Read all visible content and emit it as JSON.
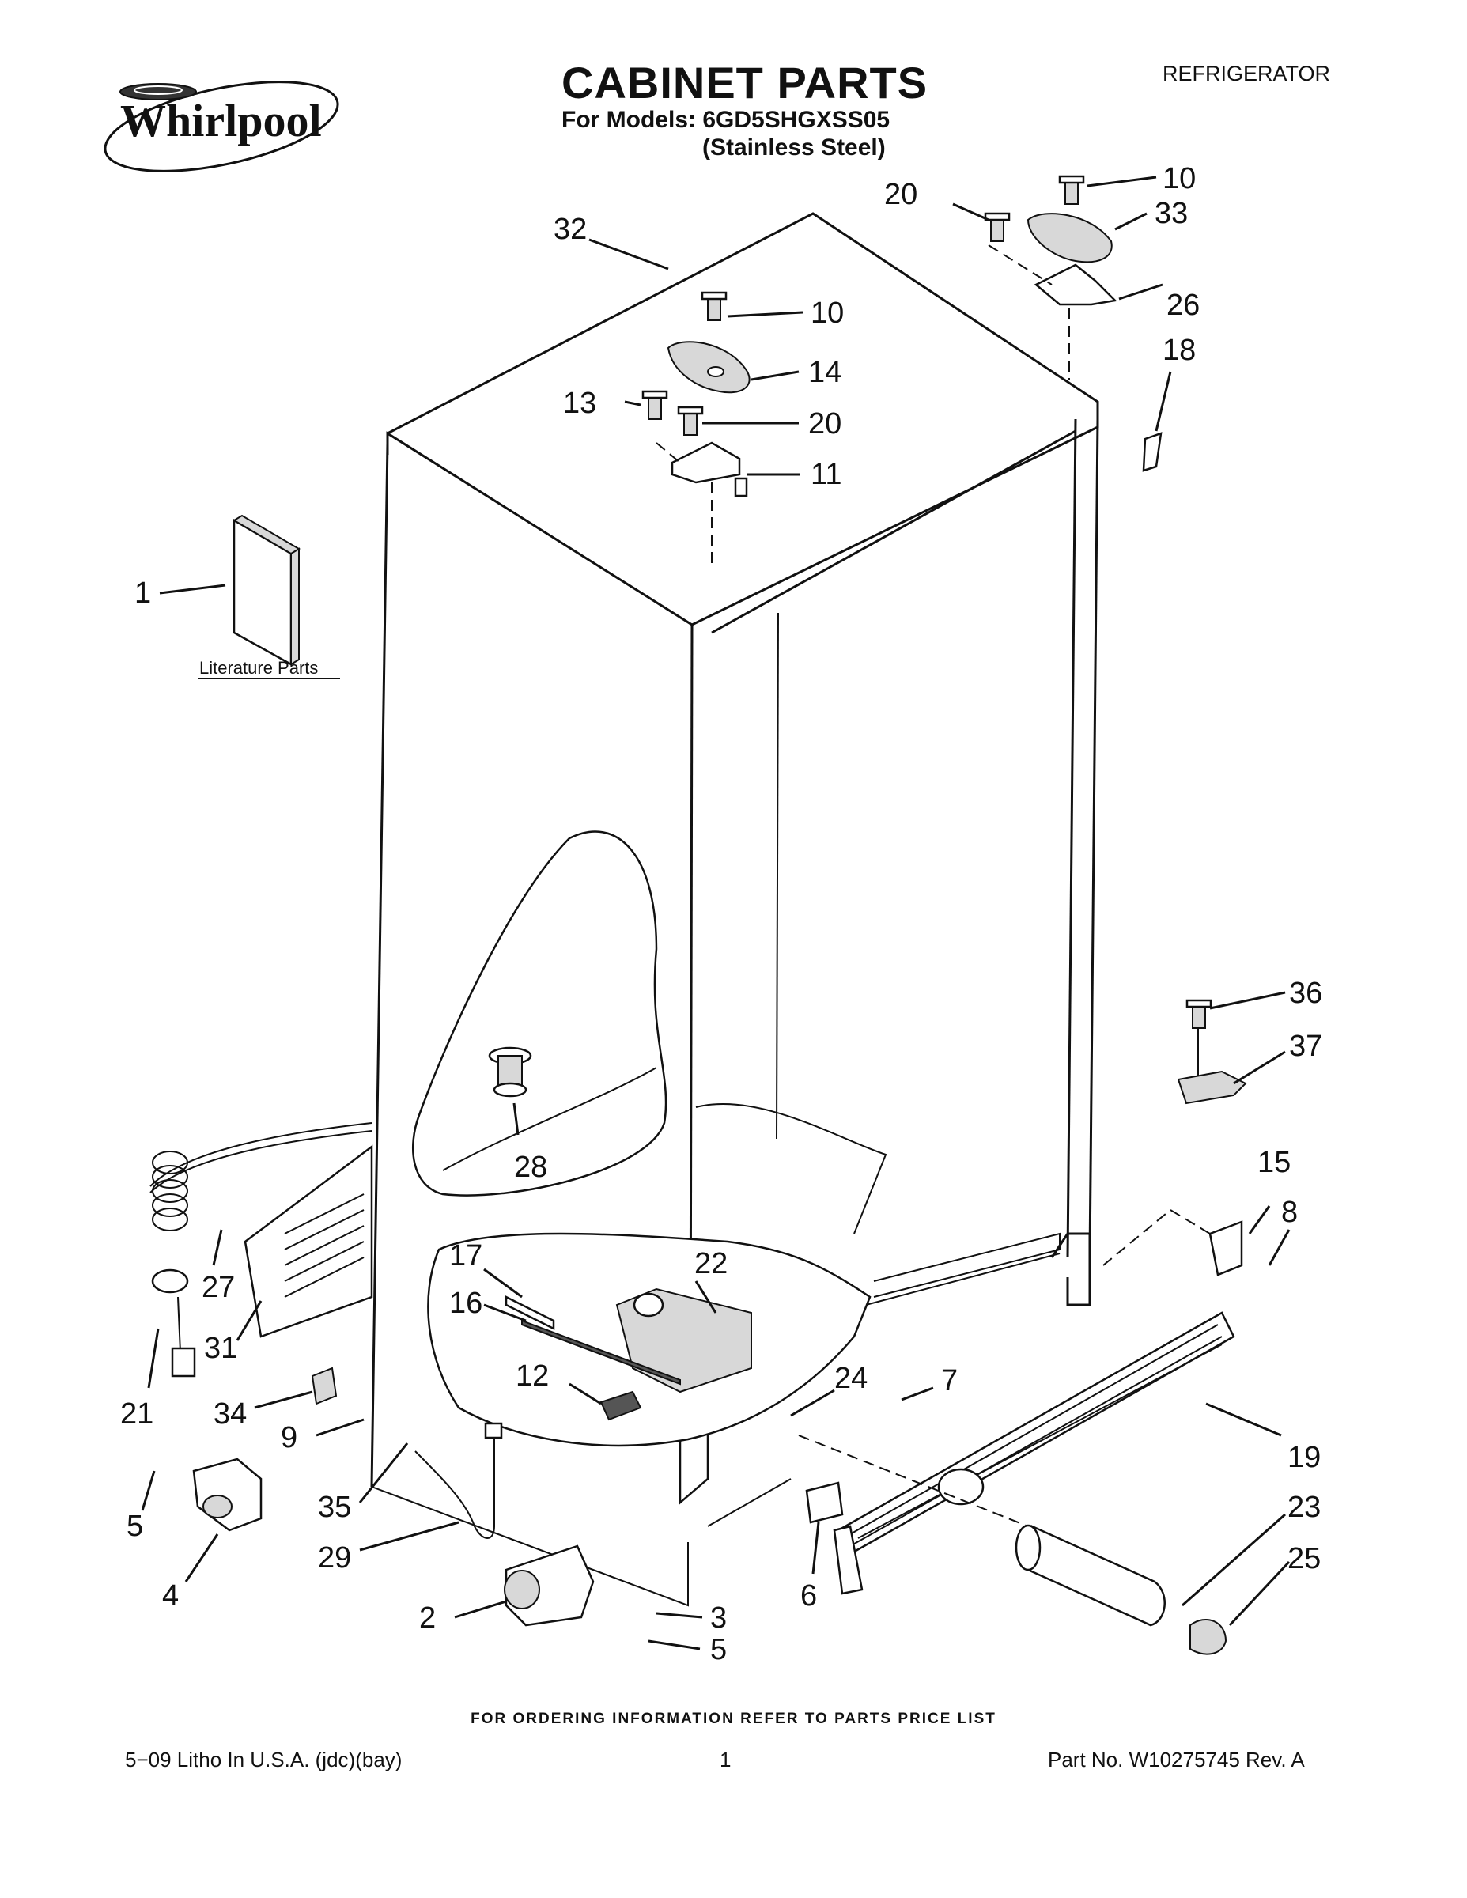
{
  "header": {
    "brand": "Whirlpool",
    "title": "CABINET PARTS",
    "models_line": "For Models: 6GD5SHGXSS05",
    "finish": "(Stainless Steel)",
    "category": "REFRIGERATOR"
  },
  "literature_label": "Literature Parts",
  "callouts": {
    "c1": "1",
    "c2": "2",
    "c3": "3",
    "c4": "4",
    "c5a": "5",
    "c5b": "5",
    "c6": "6",
    "c7": "7",
    "c8": "8",
    "c9": "9",
    "c10a": "10",
    "c10b": "10",
    "c11": "11",
    "c12": "12",
    "c13": "13",
    "c14": "14",
    "c15": "15",
    "c16": "16",
    "c17": "17",
    "c18": "18",
    "c19": "19",
    "c20a": "20",
    "c20b": "20",
    "c21": "21",
    "c22": "22",
    "c23": "23",
    "c24": "24",
    "c25": "25",
    "c26": "26",
    "c27": "27",
    "c28": "28",
    "c29": "29",
    "c31": "31",
    "c32": "32",
    "c33": "33",
    "c34": "34",
    "c35": "35",
    "c36": "36",
    "c37": "37"
  },
  "footer": {
    "ordering_note": "FOR ORDERING INFORMATION REFER TO PARTS PRICE LIST",
    "litho": "5−09 Litho In U.S.A. (jdc)(bay)",
    "page": "1",
    "part_no": "Part No. W10275745 Rev. A"
  }
}
